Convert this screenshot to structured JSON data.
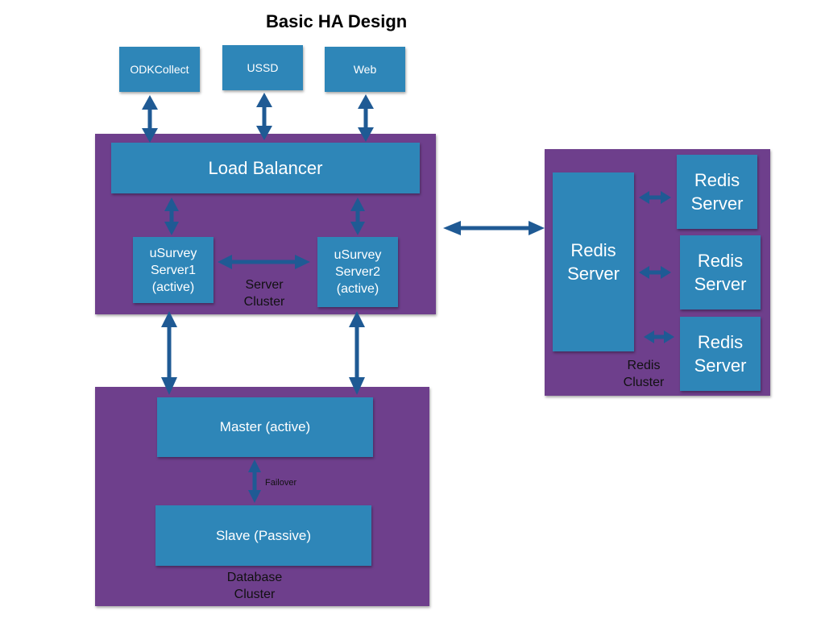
{
  "title": "Basic HA Design",
  "clients": {
    "odk": "ODKCollect",
    "ussd": "USSD",
    "web": "Web"
  },
  "server_cluster": {
    "load_balancer": "Load Balancer",
    "server1": "uSurvey\nServer1\n(active)",
    "server2": "uSurvey\nServer2\n(active)",
    "label": "Server\nCluster"
  },
  "database_cluster": {
    "master": "Master (active)",
    "slave": "Slave (Passive)",
    "failover": "Failover",
    "label": "Database\nCluster"
  },
  "redis_cluster": {
    "main": "Redis\nServer",
    "node1": "Redis\nServer",
    "node2": "Redis\nServer",
    "node3": "Redis\nServer",
    "label": "Redis\nCluster"
  },
  "colors": {
    "cluster_fill": "#6e3f8c",
    "box_fill": "#2e86b8",
    "arrow": "#1f5a94"
  }
}
